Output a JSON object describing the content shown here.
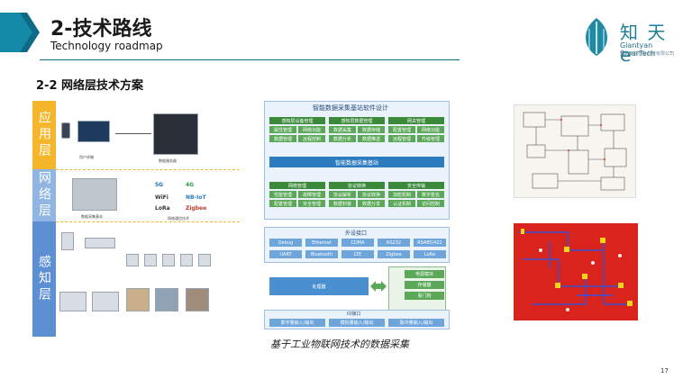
{
  "header": {
    "title": "2-技术路线",
    "subtitle": "Technology roadmap"
  },
  "logo": {
    "name": "知 天 e",
    "english": "Giantyan SmarTech",
    "company": "苏州天然智能科技有限公司"
  },
  "section_title": "2-2 网络层技术方案",
  "left_diagram": {
    "layers": [
      "应用层",
      "网络层",
      "感知层"
    ],
    "network_labels": [
      "5G",
      "4G",
      "WiFi",
      "NB-IoT",
      "LoRa",
      "Zigbee"
    ],
    "captions": [
      "用户终端",
      "数据服务器",
      "数据采集基站",
      "网络通信技术"
    ]
  },
  "middle_diagram": {
    "top_title": "智能数据采集基站软件设计",
    "top_groups": [
      {
        "title": "感知层设备管理",
        "items": [
          "属性管理",
          "网络功能",
          "数据管理",
          "远程控制"
        ]
      },
      {
        "title": "感知层数据管理",
        "items": [
          "数据采集",
          "数据存储",
          "数据分析",
          "数据推送"
        ]
      },
      {
        "title": "网关管理",
        "items": [
          "配置管理",
          "网络功能",
          "远程管理",
          "升级管理"
        ]
      }
    ],
    "center_bar": "智能数据采集基站",
    "bottom_groups": [
      {
        "title": "网络管理",
        "items": [
          "性能管理",
          "故障管理",
          "配置管理",
          "安全管理"
        ]
      },
      {
        "title": "协议转换",
        "items": [
          "协议解析",
          "协议转换",
          "数据封装",
          "数据分发"
        ]
      },
      {
        "title": "安全传输",
        "items": [
          "加密机制",
          "数字签名",
          "认证机制",
          "访问控制"
        ]
      }
    ],
    "hw_title": "外设接口",
    "hw_row1": [
      "Debug",
      "Ethernet",
      "CDMA",
      "RS232",
      "RS485/422"
    ],
    "hw_row2": [
      "UART",
      "Bluetooth",
      "LTE",
      "Zigbee",
      "LoRa"
    ],
    "mcu": "处理器",
    "side_items": [
      "电源模块",
      "存储器",
      "看门狗"
    ],
    "io_title": "IO接口",
    "io_items": [
      "数字量输入/输出",
      "模拟量输入/输出",
      "脉冲量输入/输出"
    ]
  },
  "caption": "基于工业物联网技术的数据采集",
  "page_number": "17"
}
